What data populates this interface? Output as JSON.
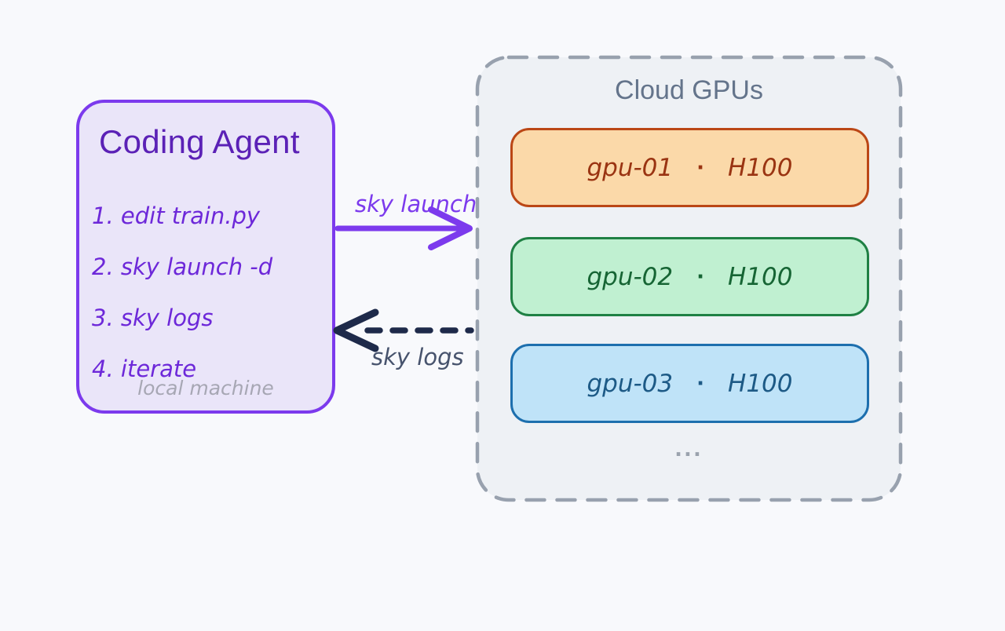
{
  "coding_agent": {
    "title": "Coding Agent",
    "steps": [
      "1. edit train.py",
      "2. sky launch -d",
      "3. sky logs",
      "4. iterate"
    ],
    "footnote": "local machine"
  },
  "arrows": {
    "launch_label": "sky launch",
    "logs_label": "sky logs"
  },
  "cloud": {
    "title": "Cloud GPUs",
    "separator": "·",
    "gpus": [
      {
        "name": "gpu-01",
        "accelerator": "H100"
      },
      {
        "name": "gpu-02",
        "accelerator": "H100"
      },
      {
        "name": "gpu-03",
        "accelerator": "H100"
      }
    ],
    "ellipsis": "..."
  },
  "colors": {
    "page_background": "#f8f9fc",
    "agent_fill": "#eae5f9",
    "agent_border": "#7c3aed",
    "agent_title": "#5b21b6",
    "agent_text": "#6d28d9",
    "footnote_gray": "#a7a7b4",
    "cloud_fill": "#eef1f5",
    "cloud_dash": "#98a1ae",
    "cloud_title": "#64748b",
    "gpu1_fill": "#fbd9a9",
    "gpu1_border": "#bb4716",
    "gpu1_text": "#9a3412",
    "gpu2_fill": "#c0f0d1",
    "gpu2_border": "#1f8044",
    "gpu2_text": "#166534",
    "gpu3_fill": "#bfe3f8",
    "gpu3_border": "#1d6fae",
    "gpu3_text": "#1d5a86",
    "launch_arrow": "#7c3aed",
    "logs_arrow": "#1e2a4a",
    "logs_label": "#47536d"
  }
}
